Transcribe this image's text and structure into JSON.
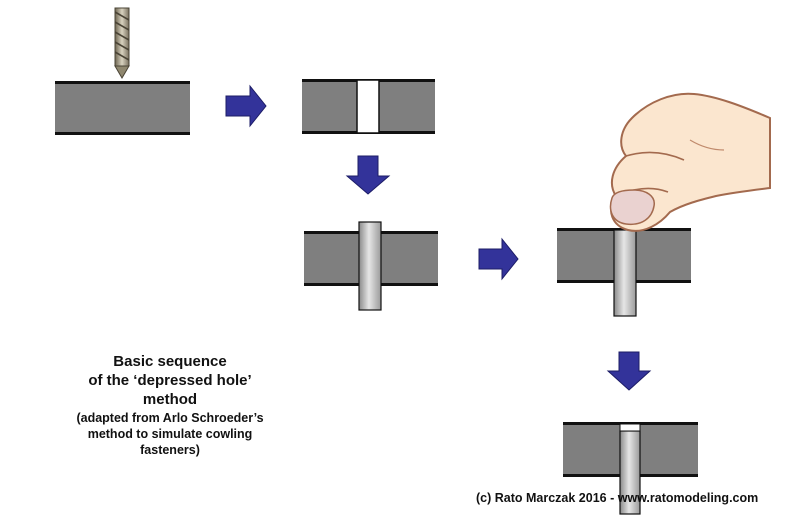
{
  "caption": {
    "title_lines": [
      "Basic sequence",
      "of the ‘depressed hole’",
      "method"
    ],
    "subtitle_lines": [
      "(adapted from Arlo Schroeder’s",
      "method to simulate cowling",
      "fasteners)"
    ]
  },
  "credit": "(c) Rato Marczak 2016 - www.ratomodeling.com",
  "colors": {
    "plate": "#7f7f7f",
    "plate_edge": "#111111",
    "arrow": "#33339a",
    "rod": "#c4c4c4",
    "skin": "#fbe6cf"
  },
  "steps": [
    {
      "name": "drilling-step"
    },
    {
      "name": "drilled-hole-step"
    },
    {
      "name": "rod-inserted-step"
    },
    {
      "name": "pressing-step"
    },
    {
      "name": "depressed-hole-step"
    }
  ]
}
